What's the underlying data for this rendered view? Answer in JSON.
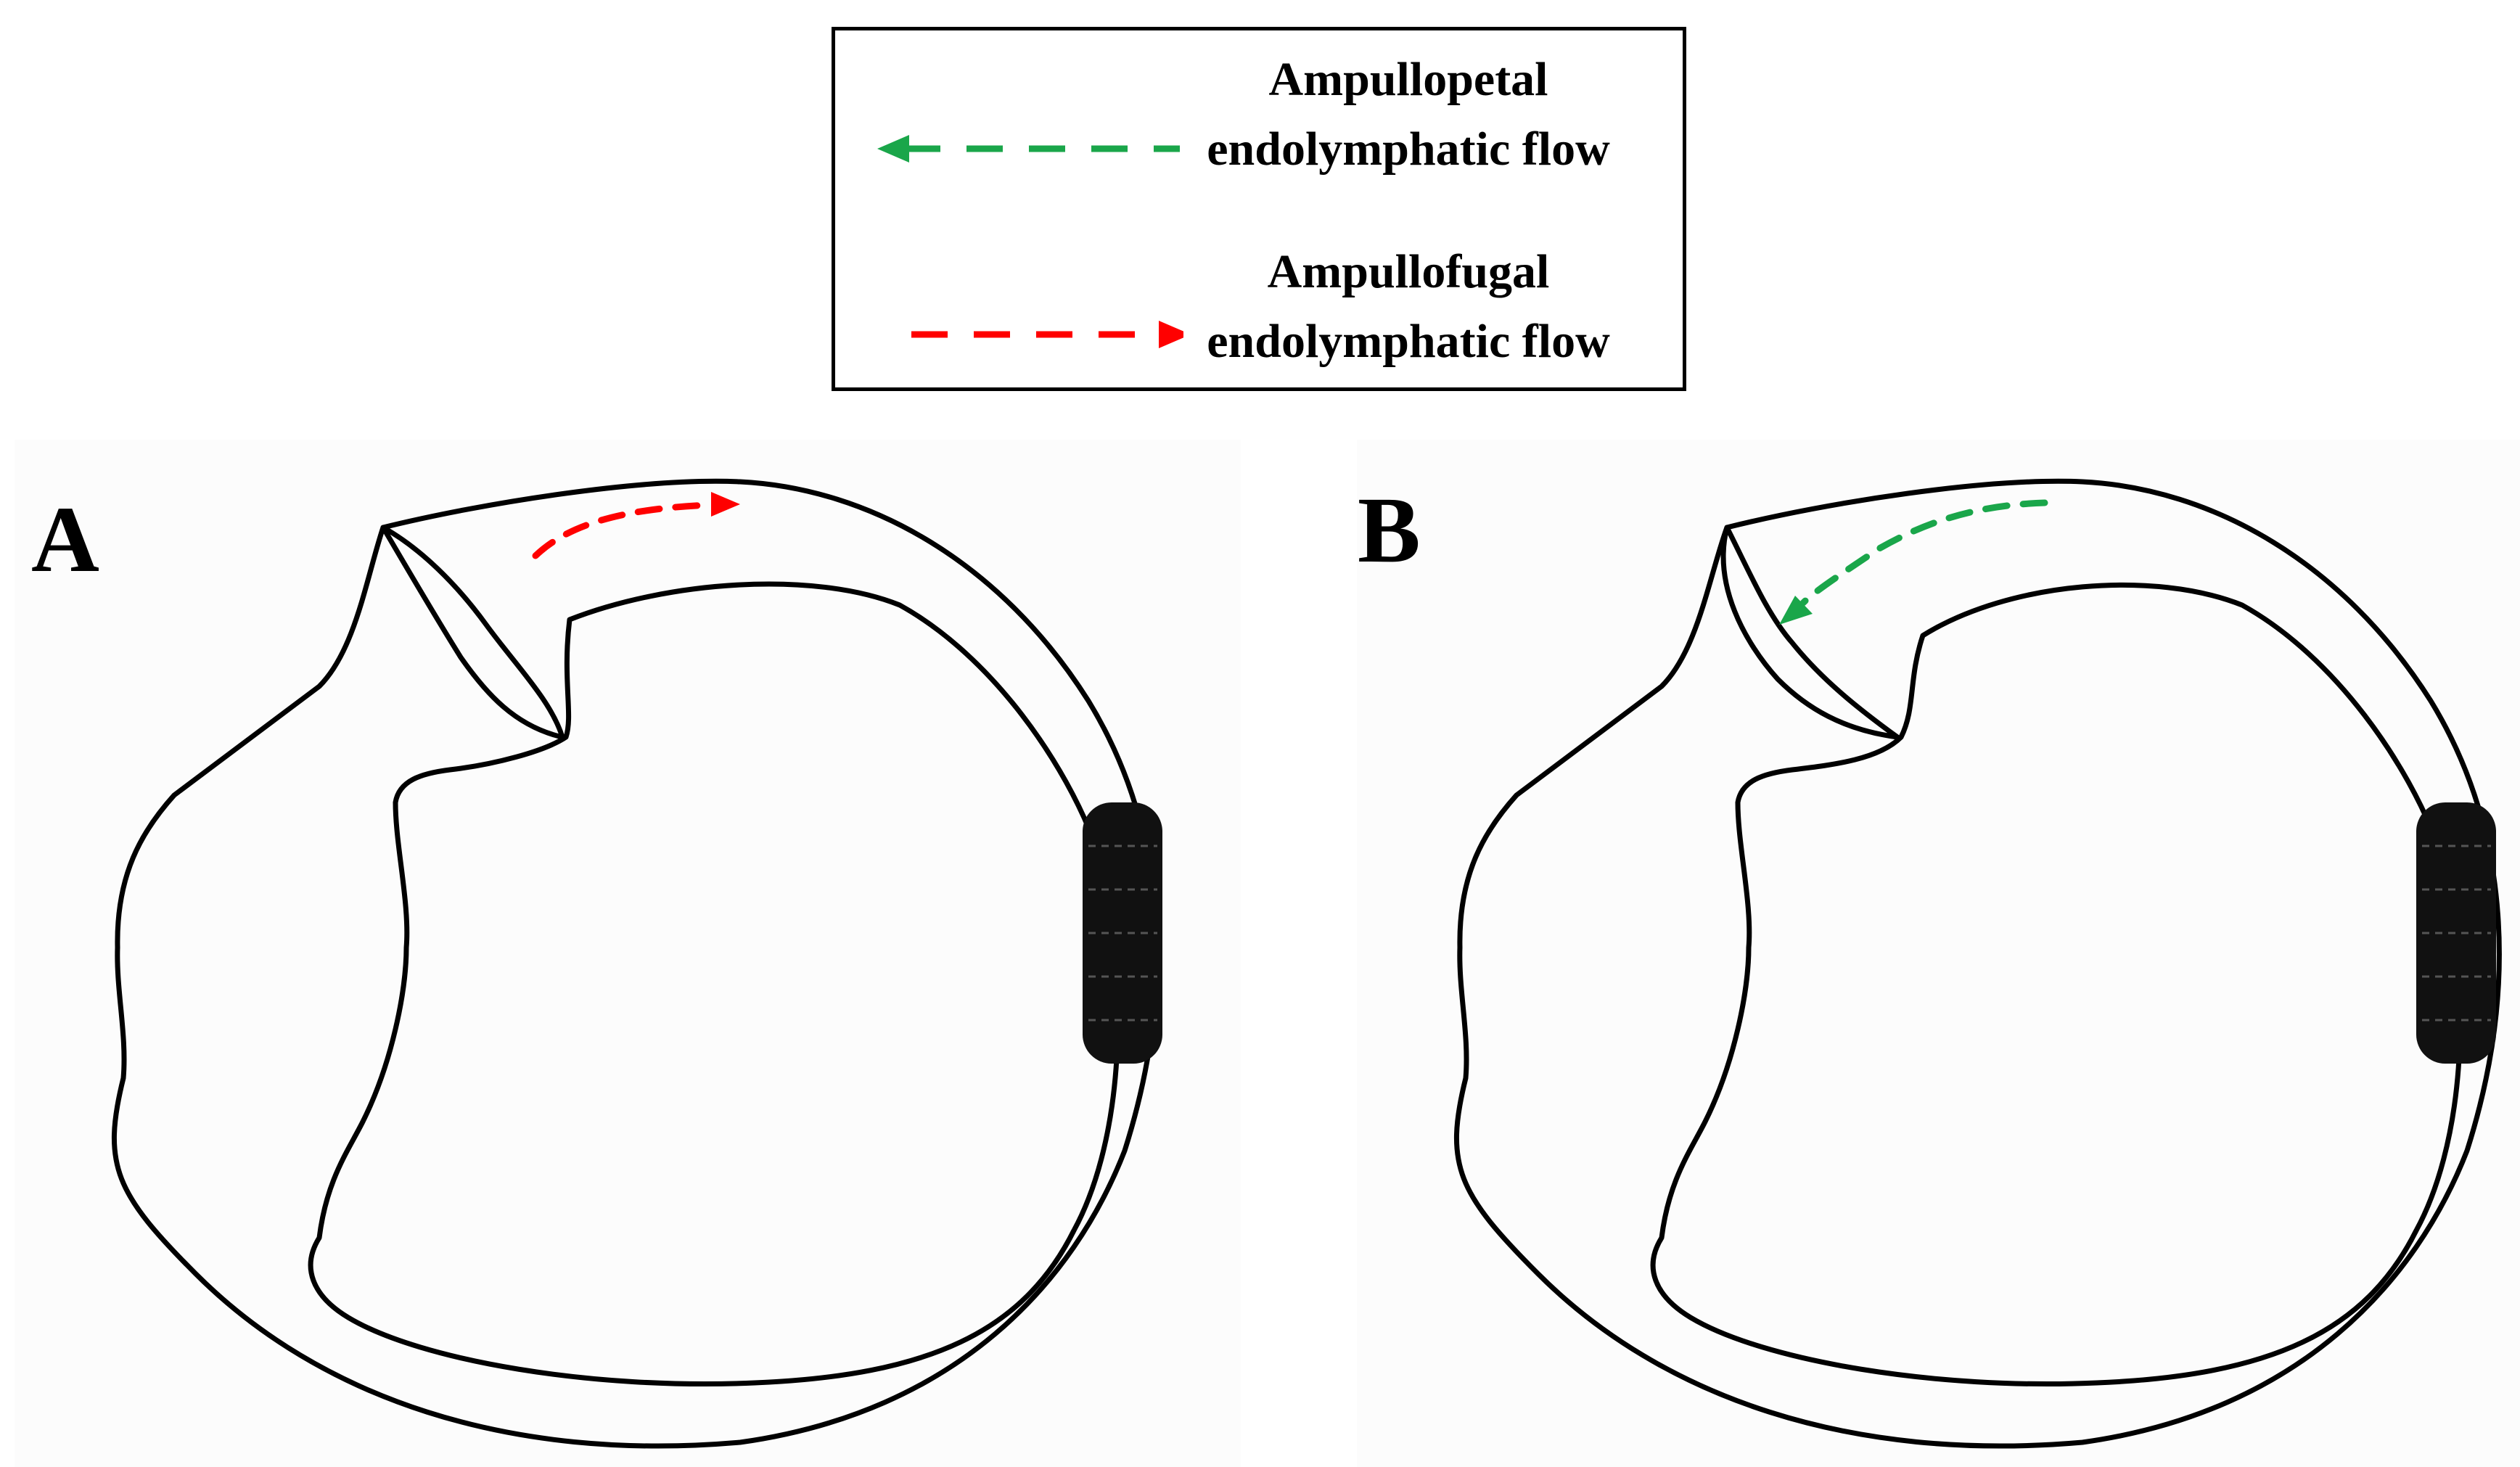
{
  "legend": {
    "ampullopetal": {
      "line1": "Ampullopetal",
      "line2": "endolymphatic flow",
      "color": "#1aa64a"
    },
    "ampullofugal": {
      "line1": "Ampullofugal",
      "line2": "endolymphatic flow",
      "color": "#ff0000"
    }
  },
  "panels": {
    "a": {
      "label": "A"
    },
    "b": {
      "label": "B"
    }
  }
}
